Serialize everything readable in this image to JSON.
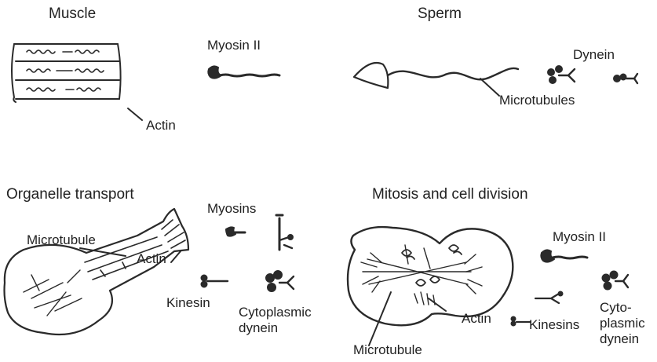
{
  "colors": {
    "ink": "#2a2a2a",
    "background": "#ffffff"
  },
  "panels": {
    "muscle": {
      "title": "Muscle",
      "motor": "Myosin II",
      "filament_label": "Actin"
    },
    "sperm": {
      "title": "Sperm",
      "motor": "Dynein",
      "filament_label": "Microtubules"
    },
    "organelle": {
      "title": "Organelle transport",
      "motors_label": "Myosins",
      "microtubule_label": "Microtubule",
      "actin_label": "Actin",
      "kinesin_label": "Kinesin",
      "dynein_label": [
        "Cytoplasmic",
        "dynein"
      ]
    },
    "mitosis": {
      "title": "Mitosis and cell division",
      "myosin_label": "Myosin II",
      "microtubule_label": "Microtubule",
      "actin_label": "Actin",
      "kinesins_label": "Kinesins",
      "dynein_label": [
        "Cyto-",
        "plasmic",
        "dynein"
      ]
    }
  }
}
